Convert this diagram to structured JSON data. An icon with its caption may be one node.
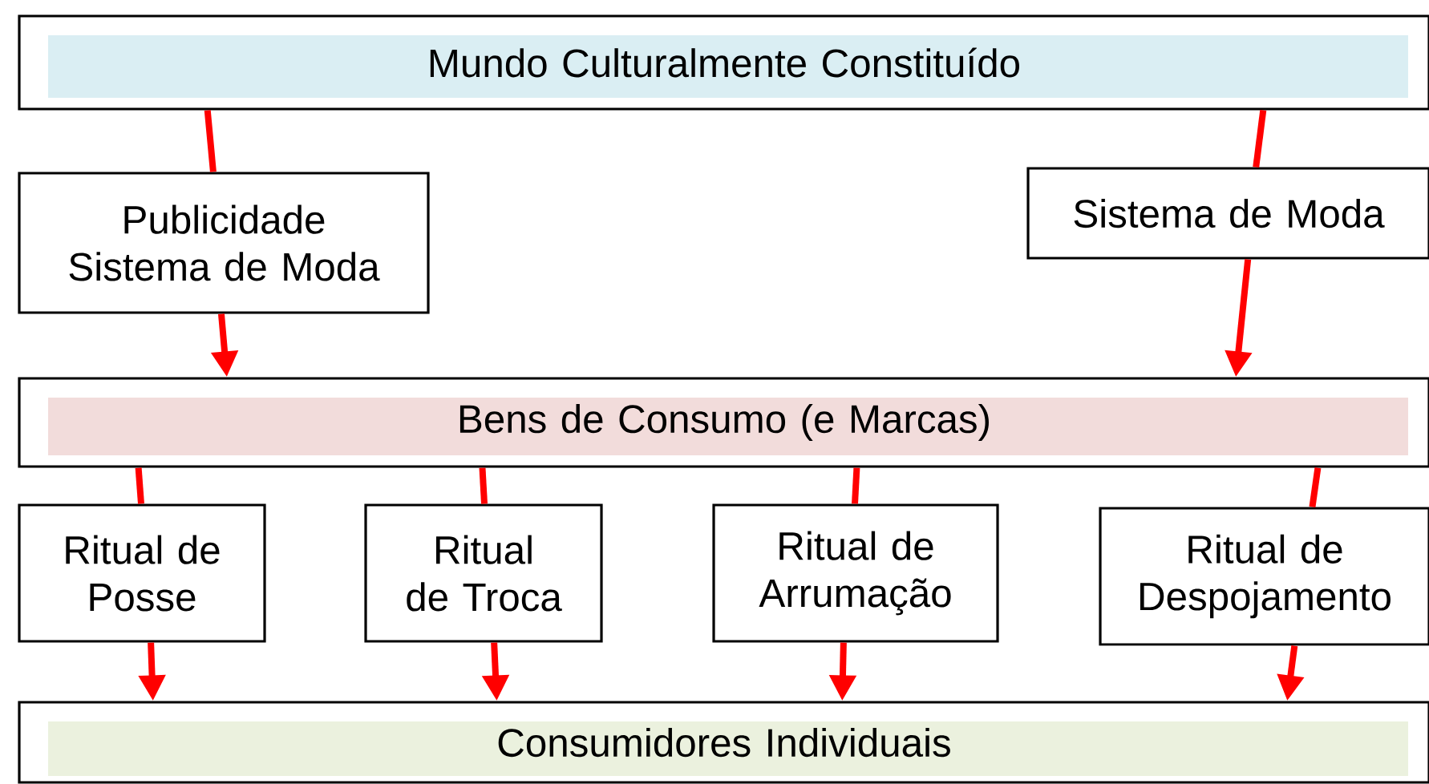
{
  "diagram": {
    "nodes": [
      {
        "text": [
          "Mundo Culturalmente Constituído"
        ]
      },
      {
        "text": [
          "Publicidade Sistema de Moda"
        ]
      },
      {
        "text": [
          "Sistema de Moda"
        ]
      },
      {
        "text": [
          "Bens de Consumo (e Marcas)"
        ]
      },
      {
        "text": [
          "Ritual de Posse"
        ]
      },
      {
        "text": [
          "Ritual de Troca"
        ]
      },
      {
        "text": [
          "Ritual de Arrumação"
        ]
      },
      {
        "text": [
          "Ritual de Despojamento"
        ]
      },
      {
        "text": [
          "Consumidores Individuais"
        ]
      }
    ],
    "edges": [
      {
        "from": 0,
        "to": 1,
        "arrow": "none"
      },
      {
        "from": 1,
        "to": 3,
        "arrow": "to"
      },
      {
        "from": 0,
        "to": 2,
        "arrow": "none"
      },
      {
        "from": 2,
        "to": 3,
        "arrow": "to"
      },
      {
        "from": 3,
        "to": 4,
        "arrow": "none"
      },
      {
        "from": 4,
        "to": 8,
        "arrow": "to"
      },
      {
        "from": 3,
        "to": 5,
        "arrow": "none"
      },
      {
        "from": 5,
        "to": 8,
        "arrow": "to"
      },
      {
        "from": 3,
        "to": 6,
        "arrow": "none"
      },
      {
        "from": 6,
        "to": 8,
        "arrow": "to"
      },
      {
        "from": 3,
        "to": 7,
        "arrow": "none"
      },
      {
        "from": 7,
        "to": 8,
        "arrow": "to"
      }
    ]
  }
}
